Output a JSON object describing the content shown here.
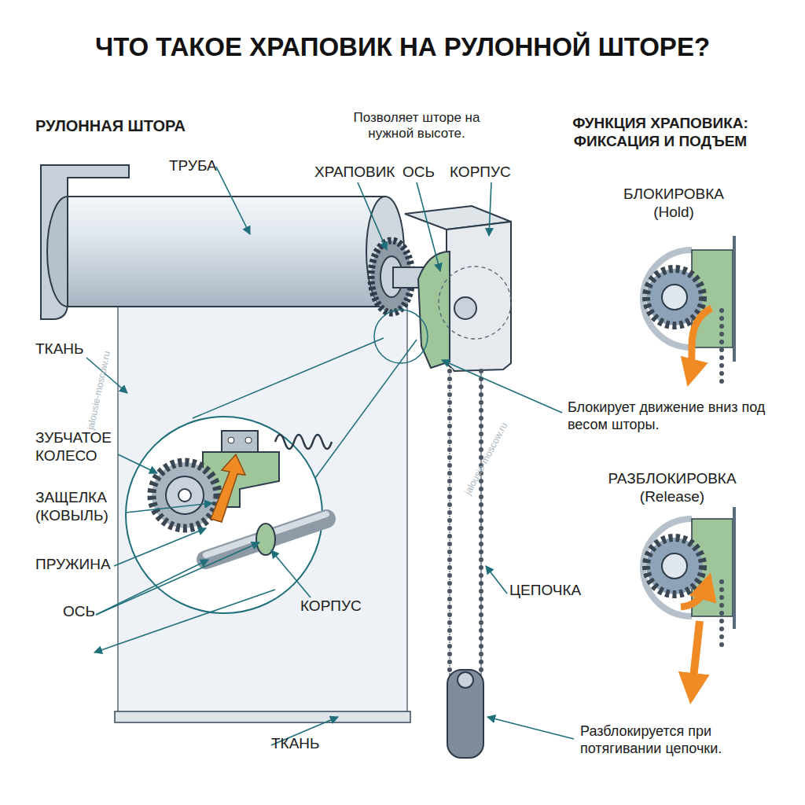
{
  "diagram": {
    "title": "ЧТО ТАКОЕ ХРАПОВИК НА РУЛОННОЙ ШТОРЕ?",
    "labels": [
      "РУЛОННАЯ ШТОРА",
      "Позволяет шторе на нужной высоте.",
      "ФУНКЦИЯ ХРАПОВИКА: ФИКСАЦИЯ И ПОДЪЕМ",
      "ТРУБА",
      "ХРАПОВИК",
      "ОСЬ",
      "КОРПУС",
      "БЛОКИРОВКА (Hold)",
      "ТКАНЬ",
      "jalousie-moscow.ru",
      "ЗУБЧАТОЕ КОЛЕСО",
      "ЗАЩЕЛКА (КОВЫЛЬ)",
      "Блокирует движение вниз под весом шторы.",
      "ПРУЖИНА",
      "jalousie-moscow.ru",
      "РАЗБЛОКИРОВКА (Release)",
      "ОСЬ",
      "ЦЕПОЧКА",
      "КОРПУС",
      "Разблокируется при потягивании цепочки.",
      "ТКАНЬ"
    ]
  }
}
